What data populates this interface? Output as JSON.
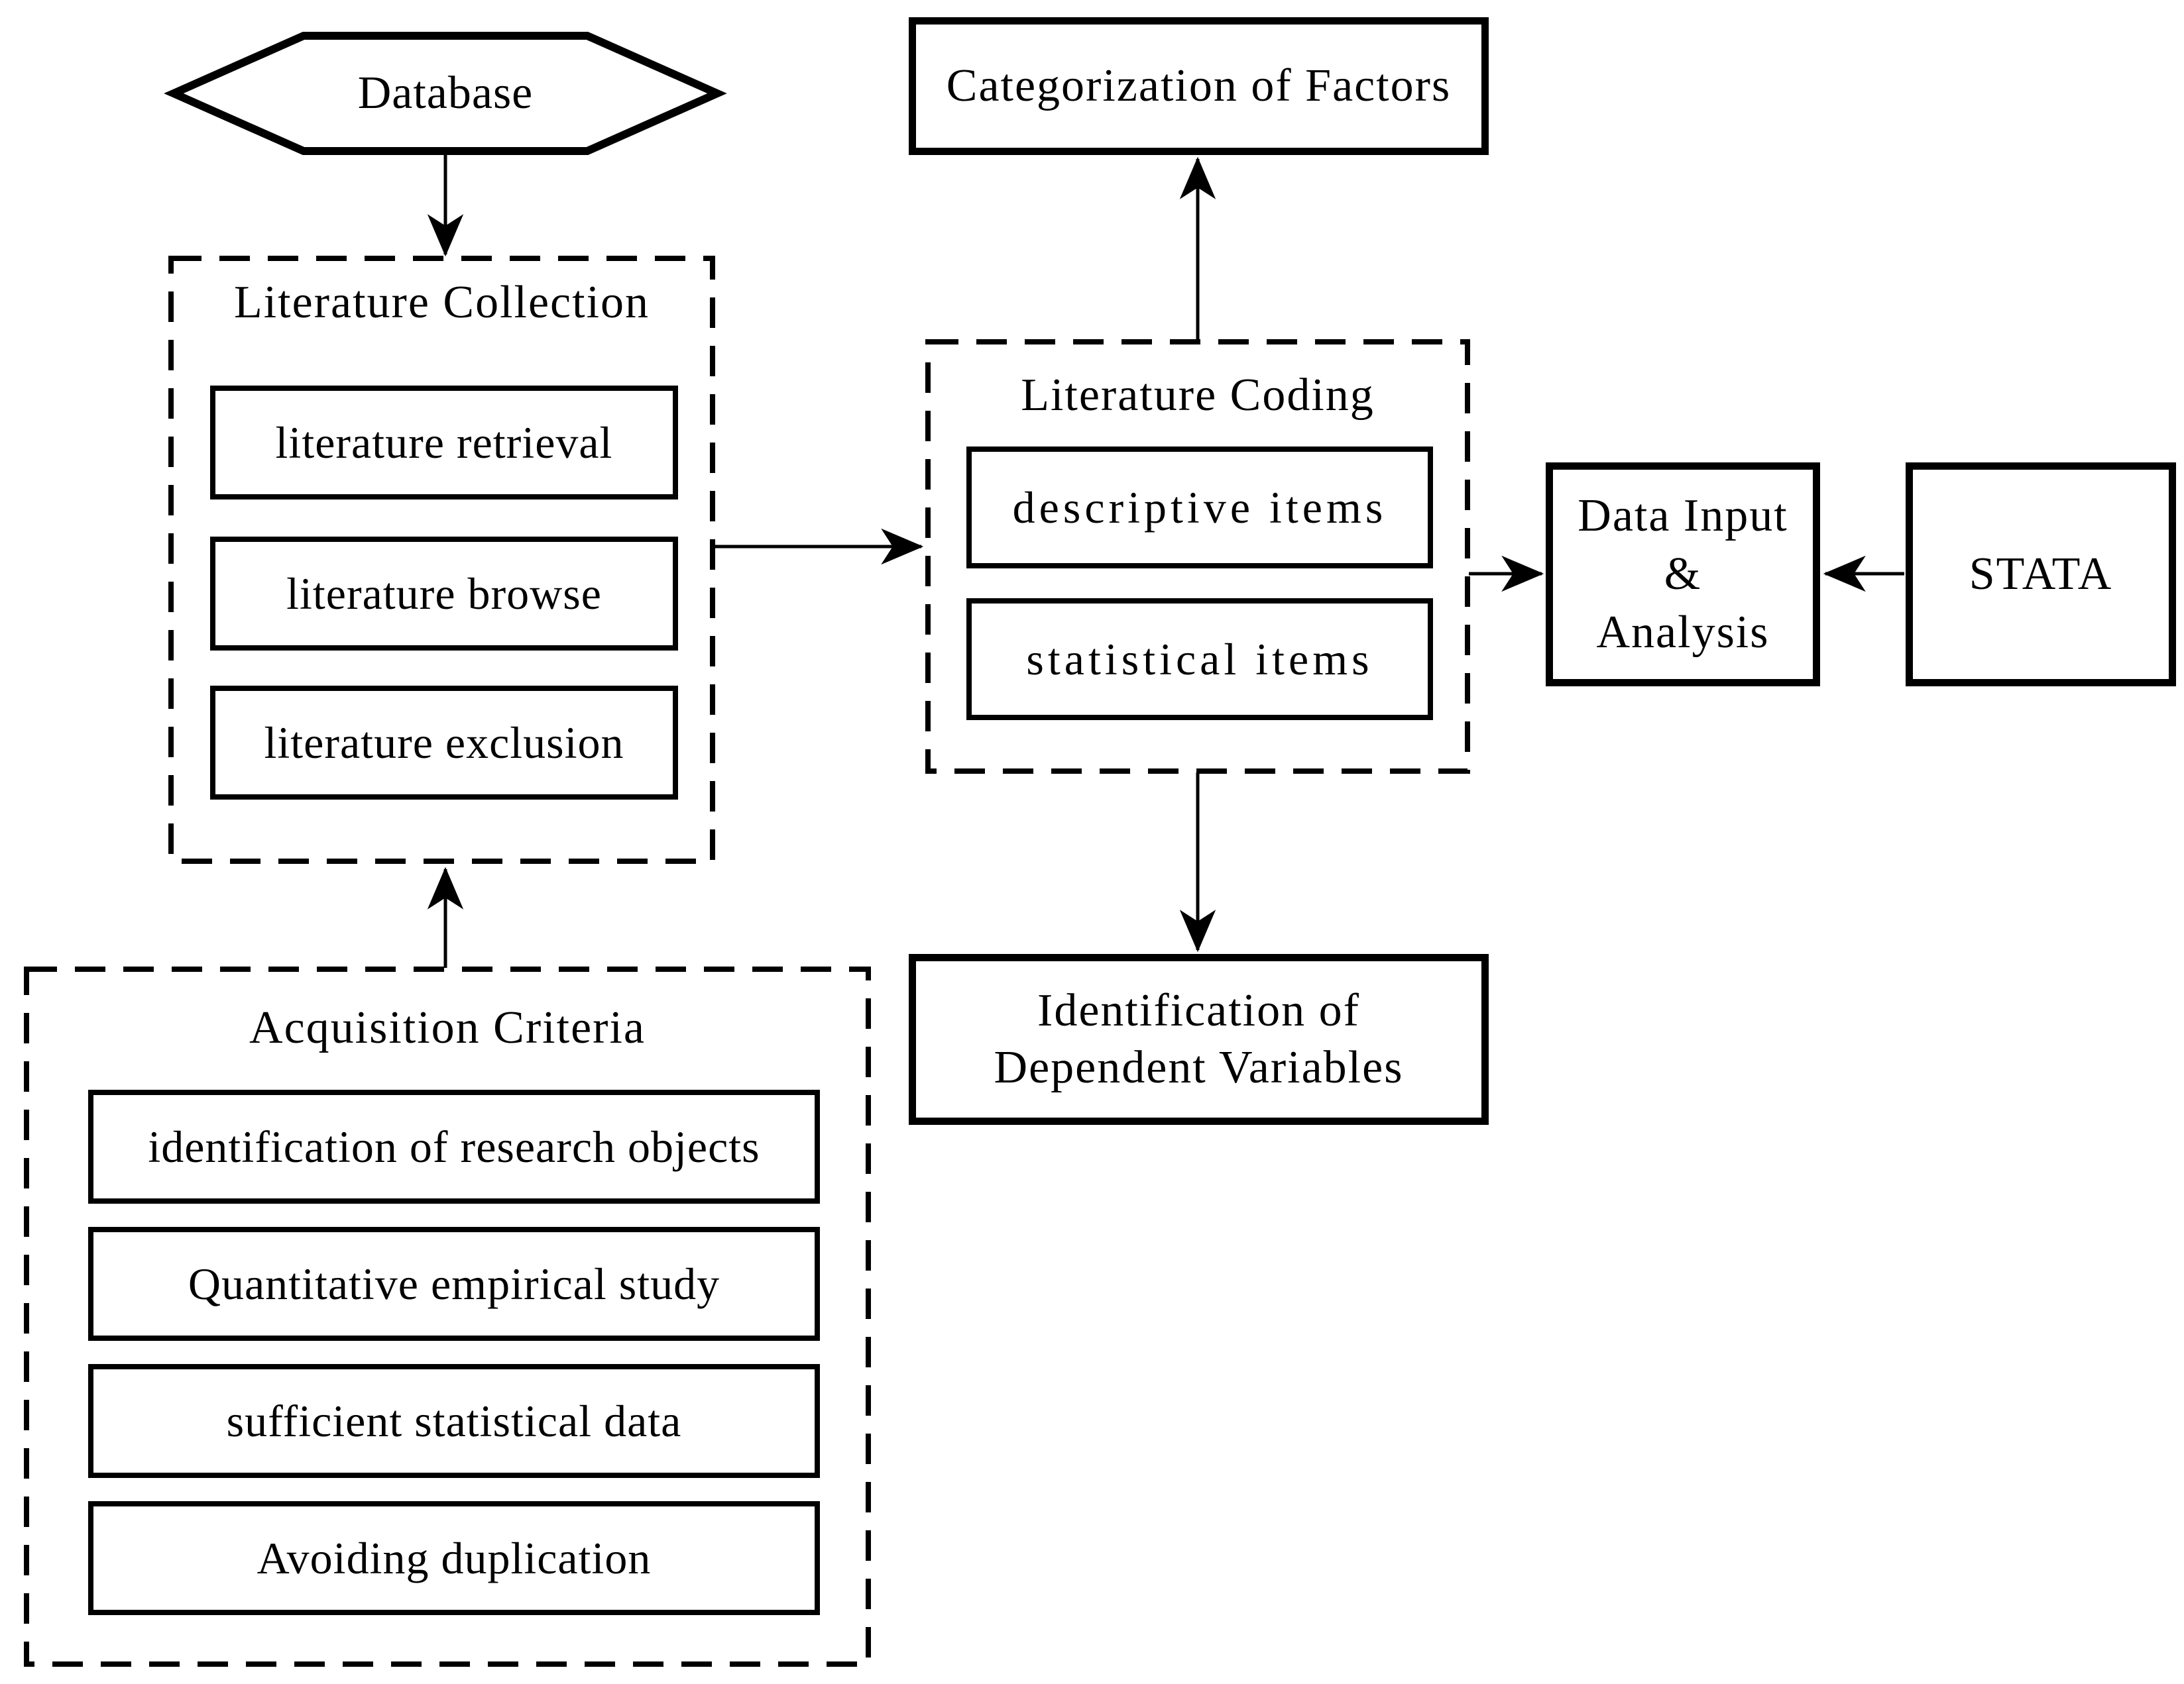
{
  "colors": {
    "ink": "#000000",
    "paper": "#ffffff"
  },
  "database": {
    "label": "Database"
  },
  "literature_collection": {
    "title": "Literature Collection",
    "items": [
      "literature retrieval",
      "literature browse",
      "literature exclusion"
    ]
  },
  "literature_coding": {
    "title": "Literature Coding",
    "items": [
      "descriptive items",
      "statistical items"
    ]
  },
  "acquisition_criteria": {
    "title": "Acquisition Criteria",
    "items": [
      "identification of research objects",
      "Quantitative empirical study",
      "sufficient statistical data",
      "Avoiding duplication"
    ]
  },
  "categorization": {
    "label": "Categorization of Factors"
  },
  "data_input": {
    "label": "Data Input\n&\nAnalysis"
  },
  "stata": {
    "label": "STATA"
  },
  "identification_dependent_variables": {
    "label": "Identification of\nDependent Variables"
  }
}
